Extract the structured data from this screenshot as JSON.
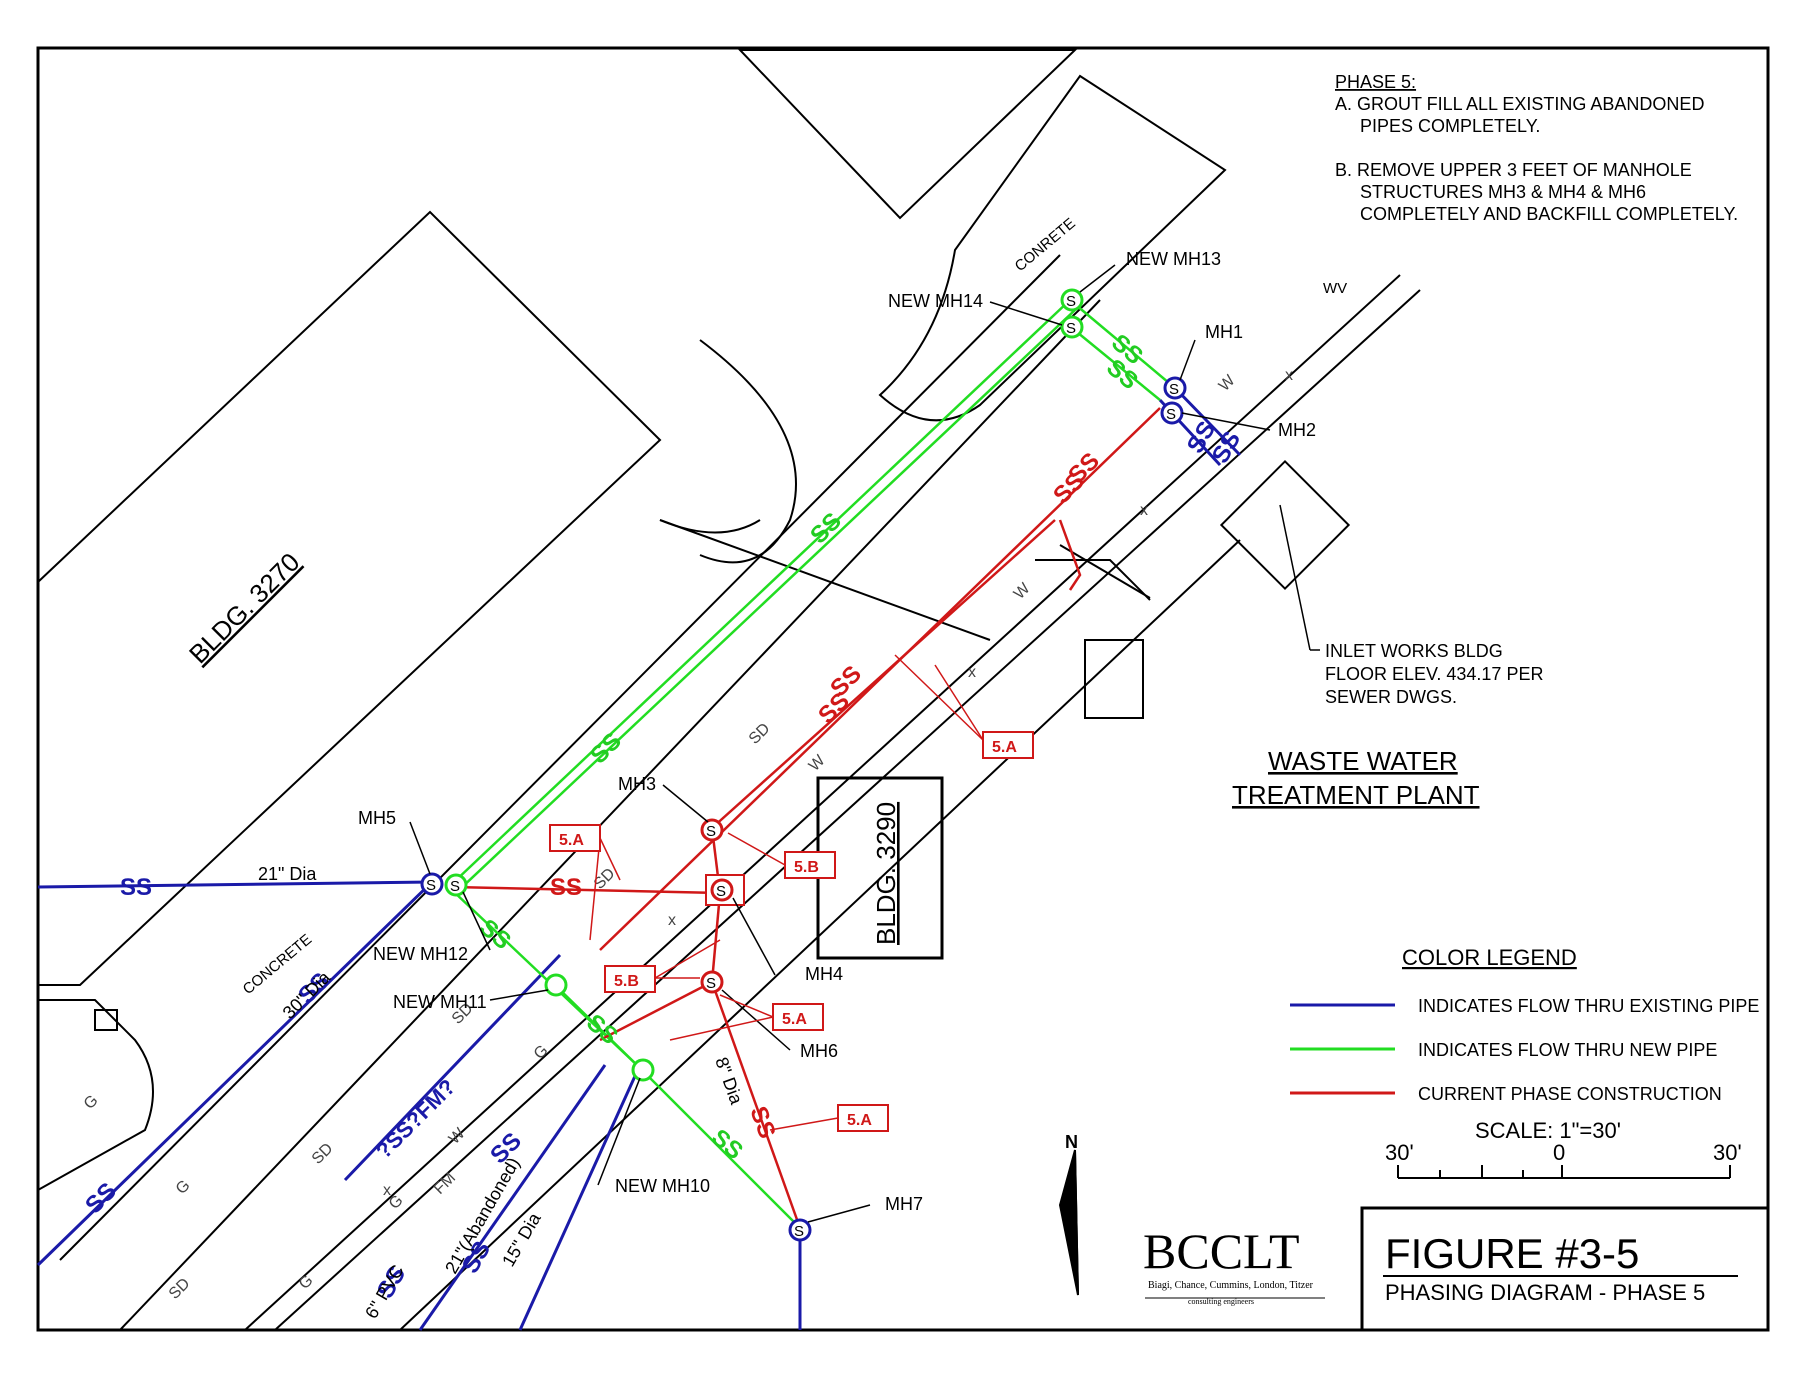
{
  "phase_notes": {
    "heading": "PHASE 5:",
    "a_line1": "A. GROUT FILL ALL EXISTING ABANDONED",
    "a_line2": "PIPES COMPLETELY.",
    "b_line1": "B. REMOVE UPPER 3 FEET OF MANHOLE",
    "b_line2": "STRUCTURES MH3 & MH4 & MH6",
    "b_line3": "COMPLETELY AND BACKFILL COMPLETELY."
  },
  "buildings": {
    "bldg_3270": "BLDG. 3270",
    "bldg_3290": "BLDG. 3290",
    "concrete_top": "CONRETE",
    "concrete_left": "CONCRETE",
    "inlet_line1": "INLET WORKS BLDG",
    "inlet_line2": "FLOOR ELEV. 434.17 PER",
    "inlet_line3": "SEWER DWGS."
  },
  "plant": {
    "line1": "WASTE WATER",
    "line2": "TREATMENT PLANT"
  },
  "manholes": {
    "mh1": "MH1",
    "mh2": "MH2",
    "mh3": "MH3",
    "mh4": "MH4",
    "mh5": "MH5",
    "mh6": "MH6",
    "mh7": "MH7",
    "mh10": "NEW MH10",
    "mh11": "NEW MH11",
    "mh12": "NEW MH12",
    "mh13": "NEW MH13",
    "mh14": "NEW MH14",
    "symbol": "S"
  },
  "pipe_labels": {
    "ss": "SS",
    "dia21": "21\" Dia",
    "dia30": "30\" Dia",
    "dia8": "8\" Dia",
    "dia15": "15\" Dia",
    "abandoned": "21\"(Abandoned)",
    "pvc6": "6\" PVC",
    "ssfm": "?SS?FM?",
    "wv": "WV"
  },
  "utility_labels": {
    "w": "W",
    "x": "x",
    "sd": "SD",
    "g": "G",
    "fm": "FM"
  },
  "tags": {
    "a": "5.A",
    "b": "5.B"
  },
  "legend": {
    "title": "COLOR LEGEND",
    "items": [
      {
        "label": "INDICATES FLOW THRU EXISTING PIPE",
        "color": "#1a1aa8"
      },
      {
        "label": "INDICATES FLOW THRU NEW PIPE",
        "color": "#22dd22"
      },
      {
        "label": "CURRENT PHASE CONSTRUCTION",
        "color": "#d01818"
      }
    ],
    "scale_label": "SCALE:  1\"=30'",
    "scale_left": "30'",
    "scale_mid": "0",
    "scale_right": "30'"
  },
  "north": "N",
  "logo": {
    "name": "BCCLT",
    "sub": "Biagi, Chance, Cummins, London, Titzer",
    "tagline": "consulting engineers"
  },
  "title_block": {
    "figure": "FIGURE #3-5",
    "subtitle": "PHASING DIAGRAM - PHASE 5"
  },
  "colors": {
    "existing": "#1a1aa8",
    "new": "#22dd22",
    "current": "#d01818"
  }
}
